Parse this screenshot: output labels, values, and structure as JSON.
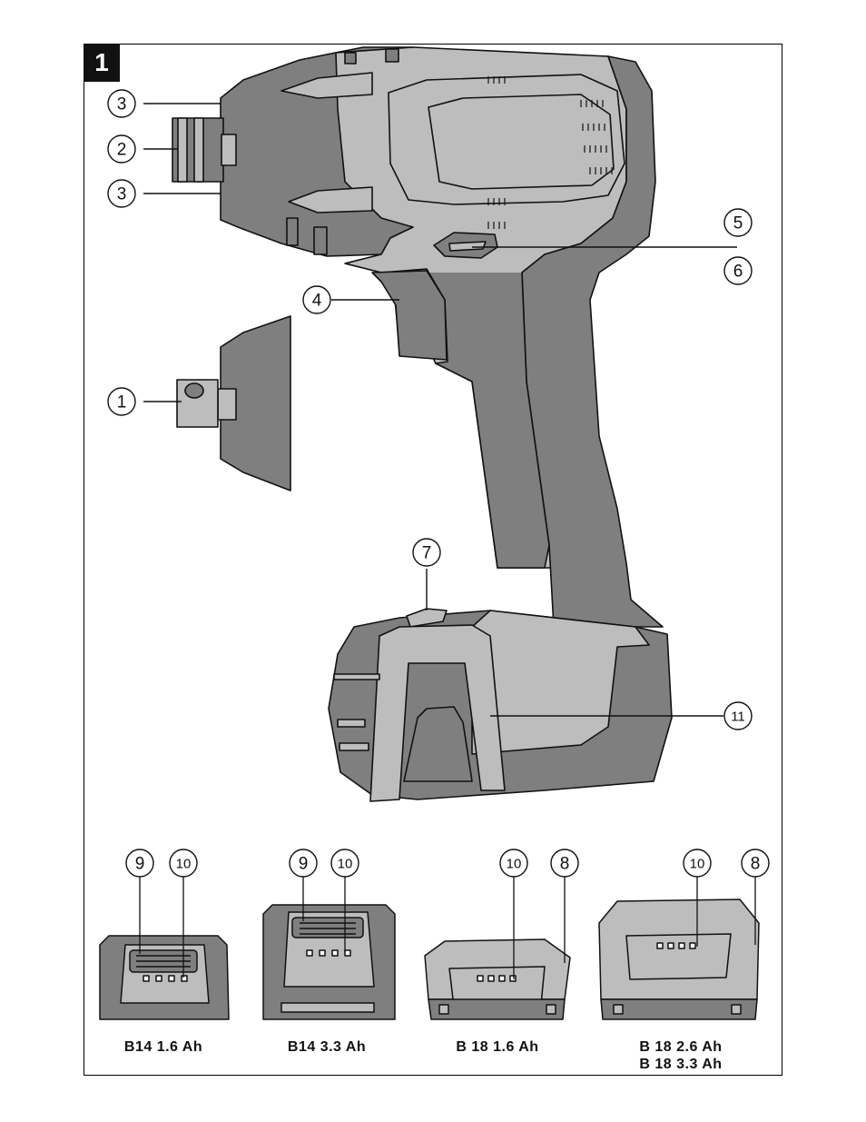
{
  "figure": {
    "number": "1"
  },
  "callouts": {
    "c1": "1",
    "c2": "2",
    "c3a": "3",
    "c3b": "3",
    "c4": "4",
    "c5": "5",
    "c6": "6",
    "c7": "7",
    "c8a": "8",
    "c8b": "8",
    "c9a": "9",
    "c9b": "9",
    "c10a": "10",
    "c10b": "10",
    "c10c": "10",
    "c10d": "10",
    "c11": "11"
  },
  "batteries": [
    {
      "label": "B14  1.6 Ah"
    },
    {
      "label": "B14  3.3 Ah"
    },
    {
      "label": "B 18  1.6 Ah"
    },
    {
      "label_line1": "B 18  2.6 Ah",
      "label_line2": "B 18  3.3 Ah"
    }
  ],
  "colors": {
    "dark_grey": "#7f7f7f",
    "light_grey": "#bdbdbd",
    "outline": "#111111"
  }
}
